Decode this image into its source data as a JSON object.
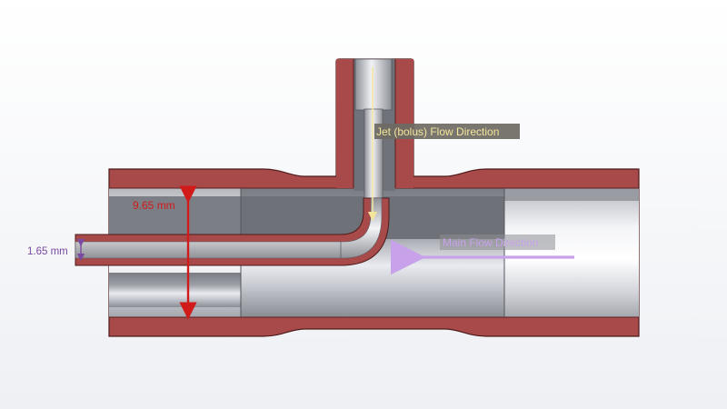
{
  "labels": {
    "jet_flow": "Jet (bolus) Flow Direction",
    "main_flow": "Main Flow Direction",
    "inner_diameter": "9.65 mm",
    "jet_diameter": "1.65 mm"
  },
  "colors": {
    "wall": "#a94a4a",
    "wall_edge": "#5a2020",
    "bore_dark": "#6b6d73",
    "bore_mid": "#a9abb2",
    "bore_light": "#e6e8ee",
    "dimension_red": "#d11a1a",
    "dimension_purple": "#7a4aa0",
    "jet_arrow": "#f3e59a",
    "main_arrow": "#c7a2ea",
    "label_box": "#6e6a64"
  }
}
